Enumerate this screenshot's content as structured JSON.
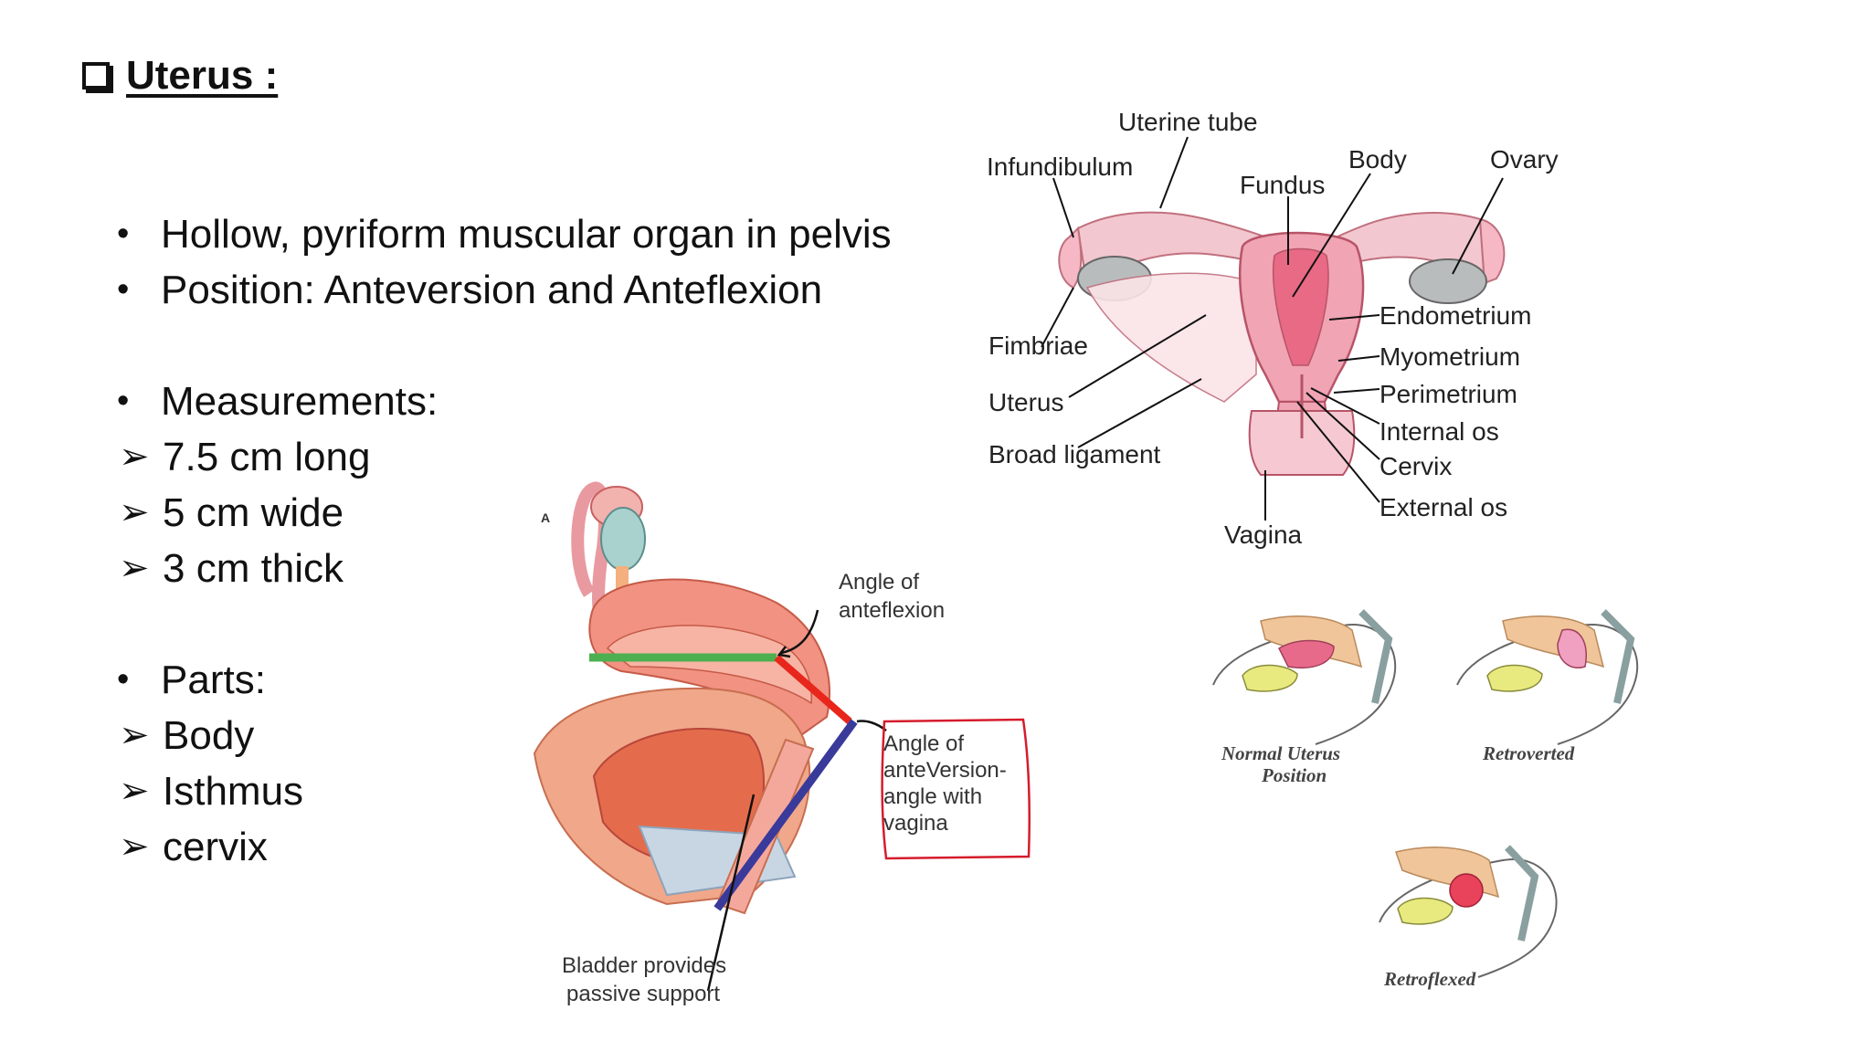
{
  "slide": {
    "title": "Uterus :",
    "bullets": [
      {
        "type": "dot",
        "text": "Hollow, pyriform muscular organ in pelvis"
      },
      {
        "type": "dot",
        "text": "Position: Anteversion and Anteflexion"
      },
      {
        "type": "gap"
      },
      {
        "type": "dot",
        "text": "Measurements:"
      },
      {
        "type": "arrow",
        "text": "7.5 cm long"
      },
      {
        "type": "arrow",
        "text": "5 cm wide"
      },
      {
        "type": "arrow",
        "text": "3 cm thick"
      },
      {
        "type": "gap"
      },
      {
        "type": "dot",
        "text": "Parts:"
      },
      {
        "type": "arrow",
        "text": "Body"
      },
      {
        "type": "arrow",
        "text": "Isthmus"
      },
      {
        "type": "arrow",
        "text": "cervix"
      }
    ]
  },
  "anatomy_diagram": {
    "labels": {
      "uterine_tube": "Uterine tube",
      "infundibulum": "Infundibulum",
      "fundus": "Fundus",
      "body": "Body",
      "ovary": "Ovary",
      "endometrium": "Endometrium",
      "myometrium": "Myometrium",
      "perimetrium": "Perimetrium",
      "internal_os": "Internal os",
      "cervix": "Cervix",
      "external_os": "External os",
      "fimbriae": "Fimbriae",
      "uterus": "Uterus",
      "broad_ligament": "Broad ligament",
      "vagina": "Vagina"
    }
  },
  "angle_diagram": {
    "panel_letter": "A",
    "anteflexion_line1": "Angle  of",
    "anteflexion_line2": "anteflexion",
    "anteversion_lines": [
      "Angle  of",
      "anteVersion-",
      "angle  with",
      "vagina"
    ],
    "bladder_line1": "Bladder provides",
    "bladder_line2": "passive support",
    "colors": {
      "green_line": "#4caf50",
      "red_line": "#e8261c",
      "blue_line": "#3a3a9a"
    }
  },
  "positions_diagram": {
    "normal_line1": "Normal Uterus",
    "normal_line2": "Position",
    "retroverted": "Retroverted",
    "retroflexed": "Retroflexed"
  }
}
